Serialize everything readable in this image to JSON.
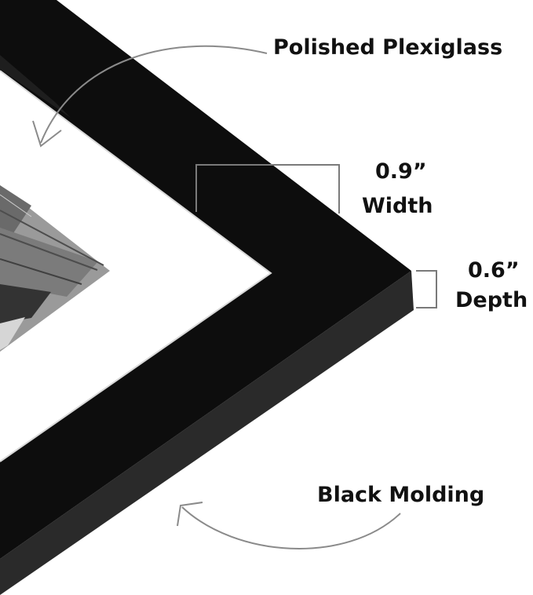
{
  "labels": {
    "plexiglass": "Polished Plexiglass",
    "width_value": "0.9”",
    "width_word": "Width",
    "depth_value": "0.6”",
    "depth_word": "Depth",
    "molding": "Black Molding"
  },
  "colors": {
    "frame": "#0d0d0d",
    "frame_side": "#2a2a2a",
    "mat": "#ffffff",
    "arrow": "#8a8a8a",
    "bracket": "#7a7a7a",
    "text": "#111111"
  }
}
